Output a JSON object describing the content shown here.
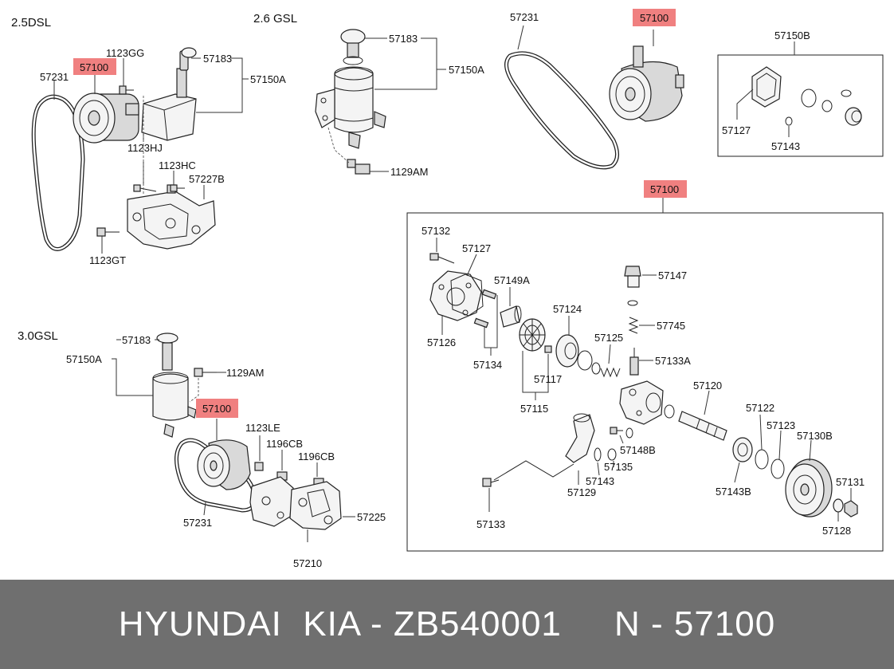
{
  "diagram": {
    "sections": {
      "dsl": "2.5DSL",
      "gsl26": "2.6 GSL",
      "gsl30": "3.0GSL"
    },
    "highlight_color": "#f08080",
    "labels": {
      "d_57231": "57231",
      "d_57100": "57100",
      "d_1123GG": "1123GG",
      "d_57183": "57183",
      "d_57150A": "57150A",
      "d_1123HJ": "1123HJ",
      "d_1123HC": "1123HC",
      "d_57227B": "57227B",
      "d_1123GT": "1123GT",
      "g26_57183": "57183",
      "g26_57150A": "57150A",
      "g26_1129AM": "1129AM",
      "tr_57231": "57231",
      "tr_57100": "57100",
      "kit_57150B": "57150B",
      "kit_57127": "57127",
      "kit_57143": "57143",
      "det_57100": "57100",
      "det_57132": "57132",
      "det_57127": "57127",
      "det_57149A": "57149A",
      "det_57126": "57126",
      "det_57134": "57134",
      "det_57124": "57124",
      "det_57147": "57147",
      "det_57745": "57745",
      "det_57125": "57125",
      "det_57133A": "57133A",
      "det_57117": "57117",
      "det_57115": "57115",
      "det_57120": "57120",
      "det_57122": "57122",
      "det_57123": "57123",
      "det_57130B": "57130B",
      "det_57148B": "57148B",
      "det_57135": "57135",
      "det_57143": "57143",
      "det_57129": "57129",
      "det_57133": "57133",
      "det_57143B": "57143B",
      "det_57131": "57131",
      "det_57128": "57128",
      "g30_57183": "57183",
      "g30_57150A": "57150A",
      "g30_1129AM": "1129AM",
      "g30_57100": "57100",
      "g30_1123LE": "1123LE",
      "g30_1196CB_a": "1196CB",
      "g30_1196CB_b": "1196CB",
      "g30_57225": "57225",
      "g30_57231": "57231",
      "g30_57210": "57210"
    }
  },
  "footer": {
    "text": "HYUNDAI  KIA - ZB540001     N - 57100"
  }
}
